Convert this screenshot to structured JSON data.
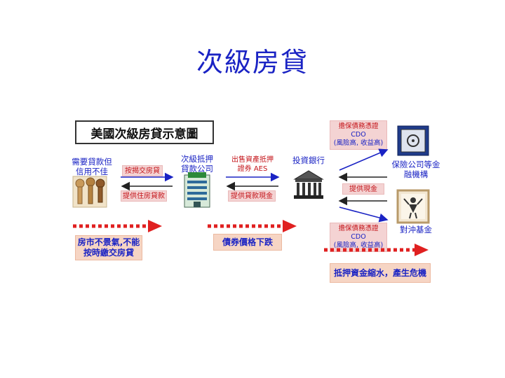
{
  "title": "次級房貸",
  "diagram": {
    "box_title": "美國次級房貸示意圖",
    "borrower_label": "需要貸款但信用不佳",
    "lender_label": "次級抵押貸款公司",
    "sell_assets_label": "出售資產抵押證券 AES",
    "bank_label": "投資銀行",
    "insurer_label": "保險公司等金融機構",
    "hedgefund_label": "對沖基金",
    "arrow_apply": "按揭交房貸",
    "arrow_provide_loan": "提供住房貸款",
    "arrow_provide_cash_loan": "提供貸款現金",
    "arrow_provide_cash": "提供現金",
    "cdo_top": {
      "line1": "擔保債務憑證",
      "line2": "CDO",
      "line3": "(風險高, 收益高)"
    },
    "cdo_bottom": {
      "line1": "擔保債務憑證",
      "line2": "CDO",
      "line3": "(風險高, 收益高)"
    },
    "bottom_left": "房市不景氣,不能按時繳交房貸",
    "bottom_mid": "債券價格下跌",
    "bottom_right": "抵押資金縮水，產生危機"
  },
  "colors": {
    "title": "#1a23c4",
    "arrow_blue": "#1a23c4",
    "arrow_dark": "#222222",
    "dotted_red": "#e02020",
    "pink_box": "#f4d3d3"
  },
  "icons": [
    "keys-icon",
    "office-building-icon",
    "bank-icon",
    "safe-icon",
    "hedge-fund-icon"
  ]
}
